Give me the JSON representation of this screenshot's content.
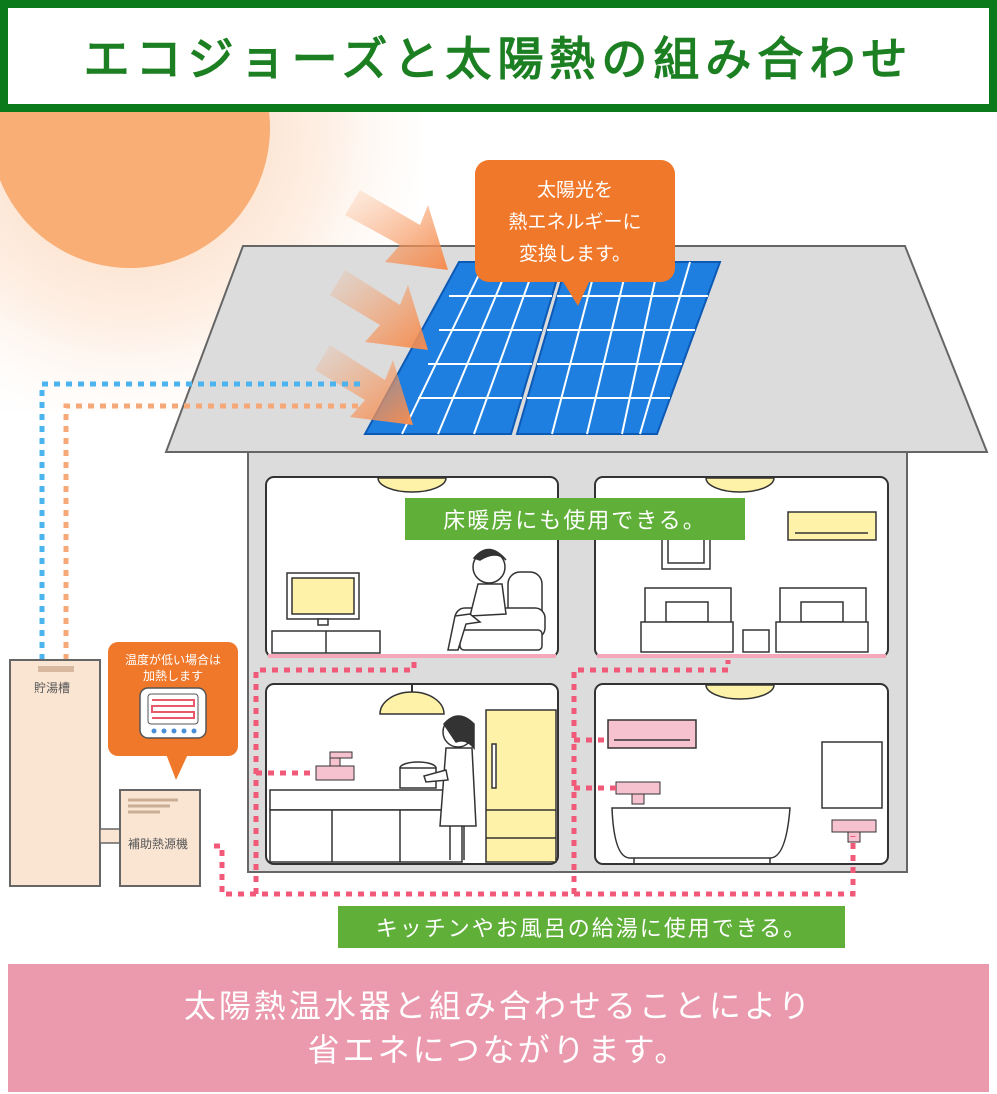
{
  "title": "エコジョーズと太陽熱の組み合わせ",
  "bubble_solar": [
    "太陽光を",
    "熱エネルギーに",
    "変換します。"
  ],
  "label_floor_heating": "床暖房にも使用できる。",
  "label_kitchen_bath": "キッチンやお風呂の給湯に使用できる。",
  "bubble_heater": [
    "温度が低い場合は",
    "加熱します"
  ],
  "tank_label": "貯湯槽",
  "aux_label": "補助熱源機",
  "footer": [
    "太陽熱温水器と組み合わせることにより",
    "省エネにつながります。"
  ],
  "colors": {
    "title_green": "#0b7a1b",
    "bubble_orange": "#f0782a",
    "label_green": "#5faf39",
    "footer_pink": "#eb9aae",
    "panel_blue": "#1e7fe0",
    "cold_pipe": "#4bb4ef",
    "warm_pipe": "#f7a878",
    "hot_pipe": "#f05a78"
  }
}
